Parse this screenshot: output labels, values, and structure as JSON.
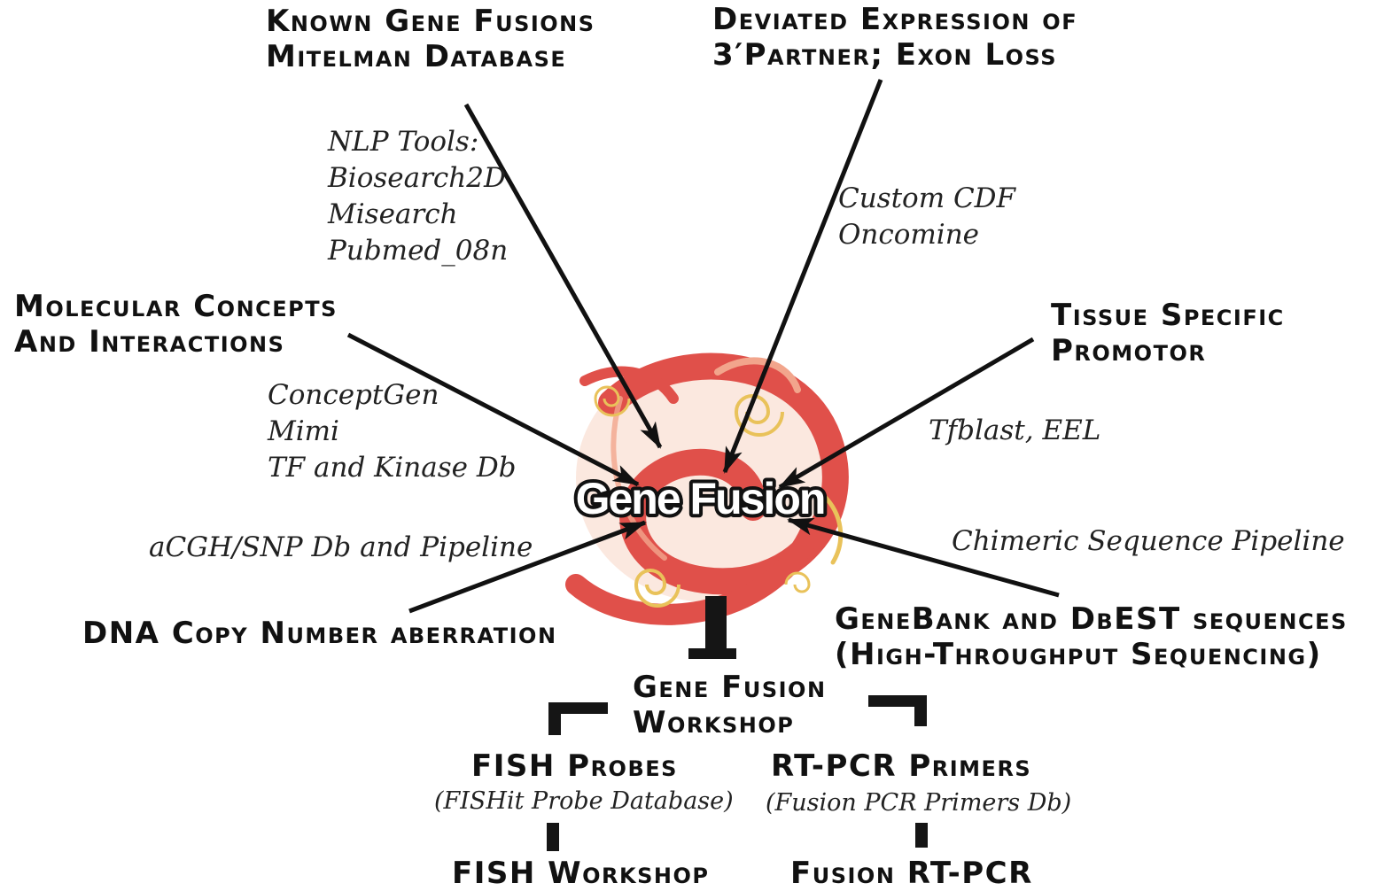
{
  "center": {
    "label": "Gene Fusion"
  },
  "sources": {
    "known_fusions": {
      "lines": [
        "Known Gene Fusions",
        "Mitelman Database"
      ],
      "tools": [
        "NLP Tools:",
        "Biosearch2D",
        "Misearch",
        "Pubmed_08n"
      ]
    },
    "deviated_expression": {
      "lines": [
        "Deviated Expression of",
        "3′Partner; Exon Loss"
      ],
      "tools": [
        "Custom CDF",
        "Oncomine"
      ]
    },
    "molecular_concepts": {
      "lines": [
        "Molecular Concepts",
        "And Interactions"
      ],
      "tools": [
        "ConceptGen",
        "Mimi",
        "TF and Kinase Db"
      ]
    },
    "tissue_promotor": {
      "lines": [
        "Tissue Specific",
        "Promotor"
      ],
      "tools": [
        "Tfblast, EEL"
      ]
    },
    "dna_copy": {
      "lines": [
        "DNA Copy Number aberration"
      ],
      "tools": [
        "aCGH/SNP Db and Pipeline"
      ]
    },
    "genebank": {
      "lines": [
        "GeneBank and DbEST sequences",
        "(High-Throughput Sequencing)"
      ],
      "tools": [
        "Chimeric Sequence Pipeline"
      ]
    }
  },
  "outputs": {
    "workshop": {
      "lines": [
        "Gene Fusion",
        "Workshop"
      ]
    },
    "fish_probes": {
      "title": "FISH Probes",
      "sub": "(FISHit Probe Database)",
      "final": "FISH Workshop"
    },
    "rtpcr_primers": {
      "title": "RT-PCR Primers",
      "sub": "(Fusion PCR Primers Db)",
      "final": "Fusion RT-PCR"
    }
  },
  "colors": {
    "swirl_red": "#e0504a",
    "swirl_light": "#f2a58c",
    "swirl_gold": "#e9c25a",
    "arrow": "#111111",
    "connector": "#151515"
  }
}
